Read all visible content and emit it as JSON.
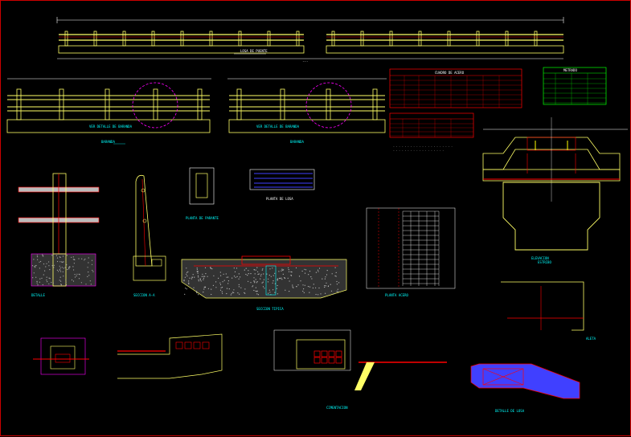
{
  "colors": {
    "background": "#000000",
    "frame": "#cc0000",
    "concrete": "#ffff66",
    "rebar": "#ff0000",
    "dimension": "#ffffff",
    "annotation": "#00ffff",
    "grout": "#ff00ff",
    "detail": "#ffff00",
    "slab": "#4040ff",
    "gravel": "#bbbbbb",
    "table_green": "#00ff00"
  },
  "labels": {
    "bridge_deck": "LOSA DE PUENTE",
    "railing_front": "BARANDA",
    "view_detail_left": "VER DETALLE DE BARANDA",
    "view_detail_right": "VER DETALLE DE BARANDA",
    "railing_elevation": "BARANDA",
    "section_aa": "SECCION A-A",
    "plan_post": "PLANTA DE PARANTE",
    "detail_label": "DETALLE",
    "plan_slab": "PLANTA DE LOSA",
    "elevation_abutment": "ELEVACION",
    "abutment_note": "ESTRIBO",
    "slab_detail": "DETALLE DE LOSA",
    "typical_section": "SECCION TIPICA",
    "plan_rebar": "PLANTA ACERO",
    "title_rebar_table": "CUADRO DE ACERO",
    "title_metrado": "METRADO",
    "wingwall": "ALETA",
    "foundation": "CIMENTACION"
  }
}
